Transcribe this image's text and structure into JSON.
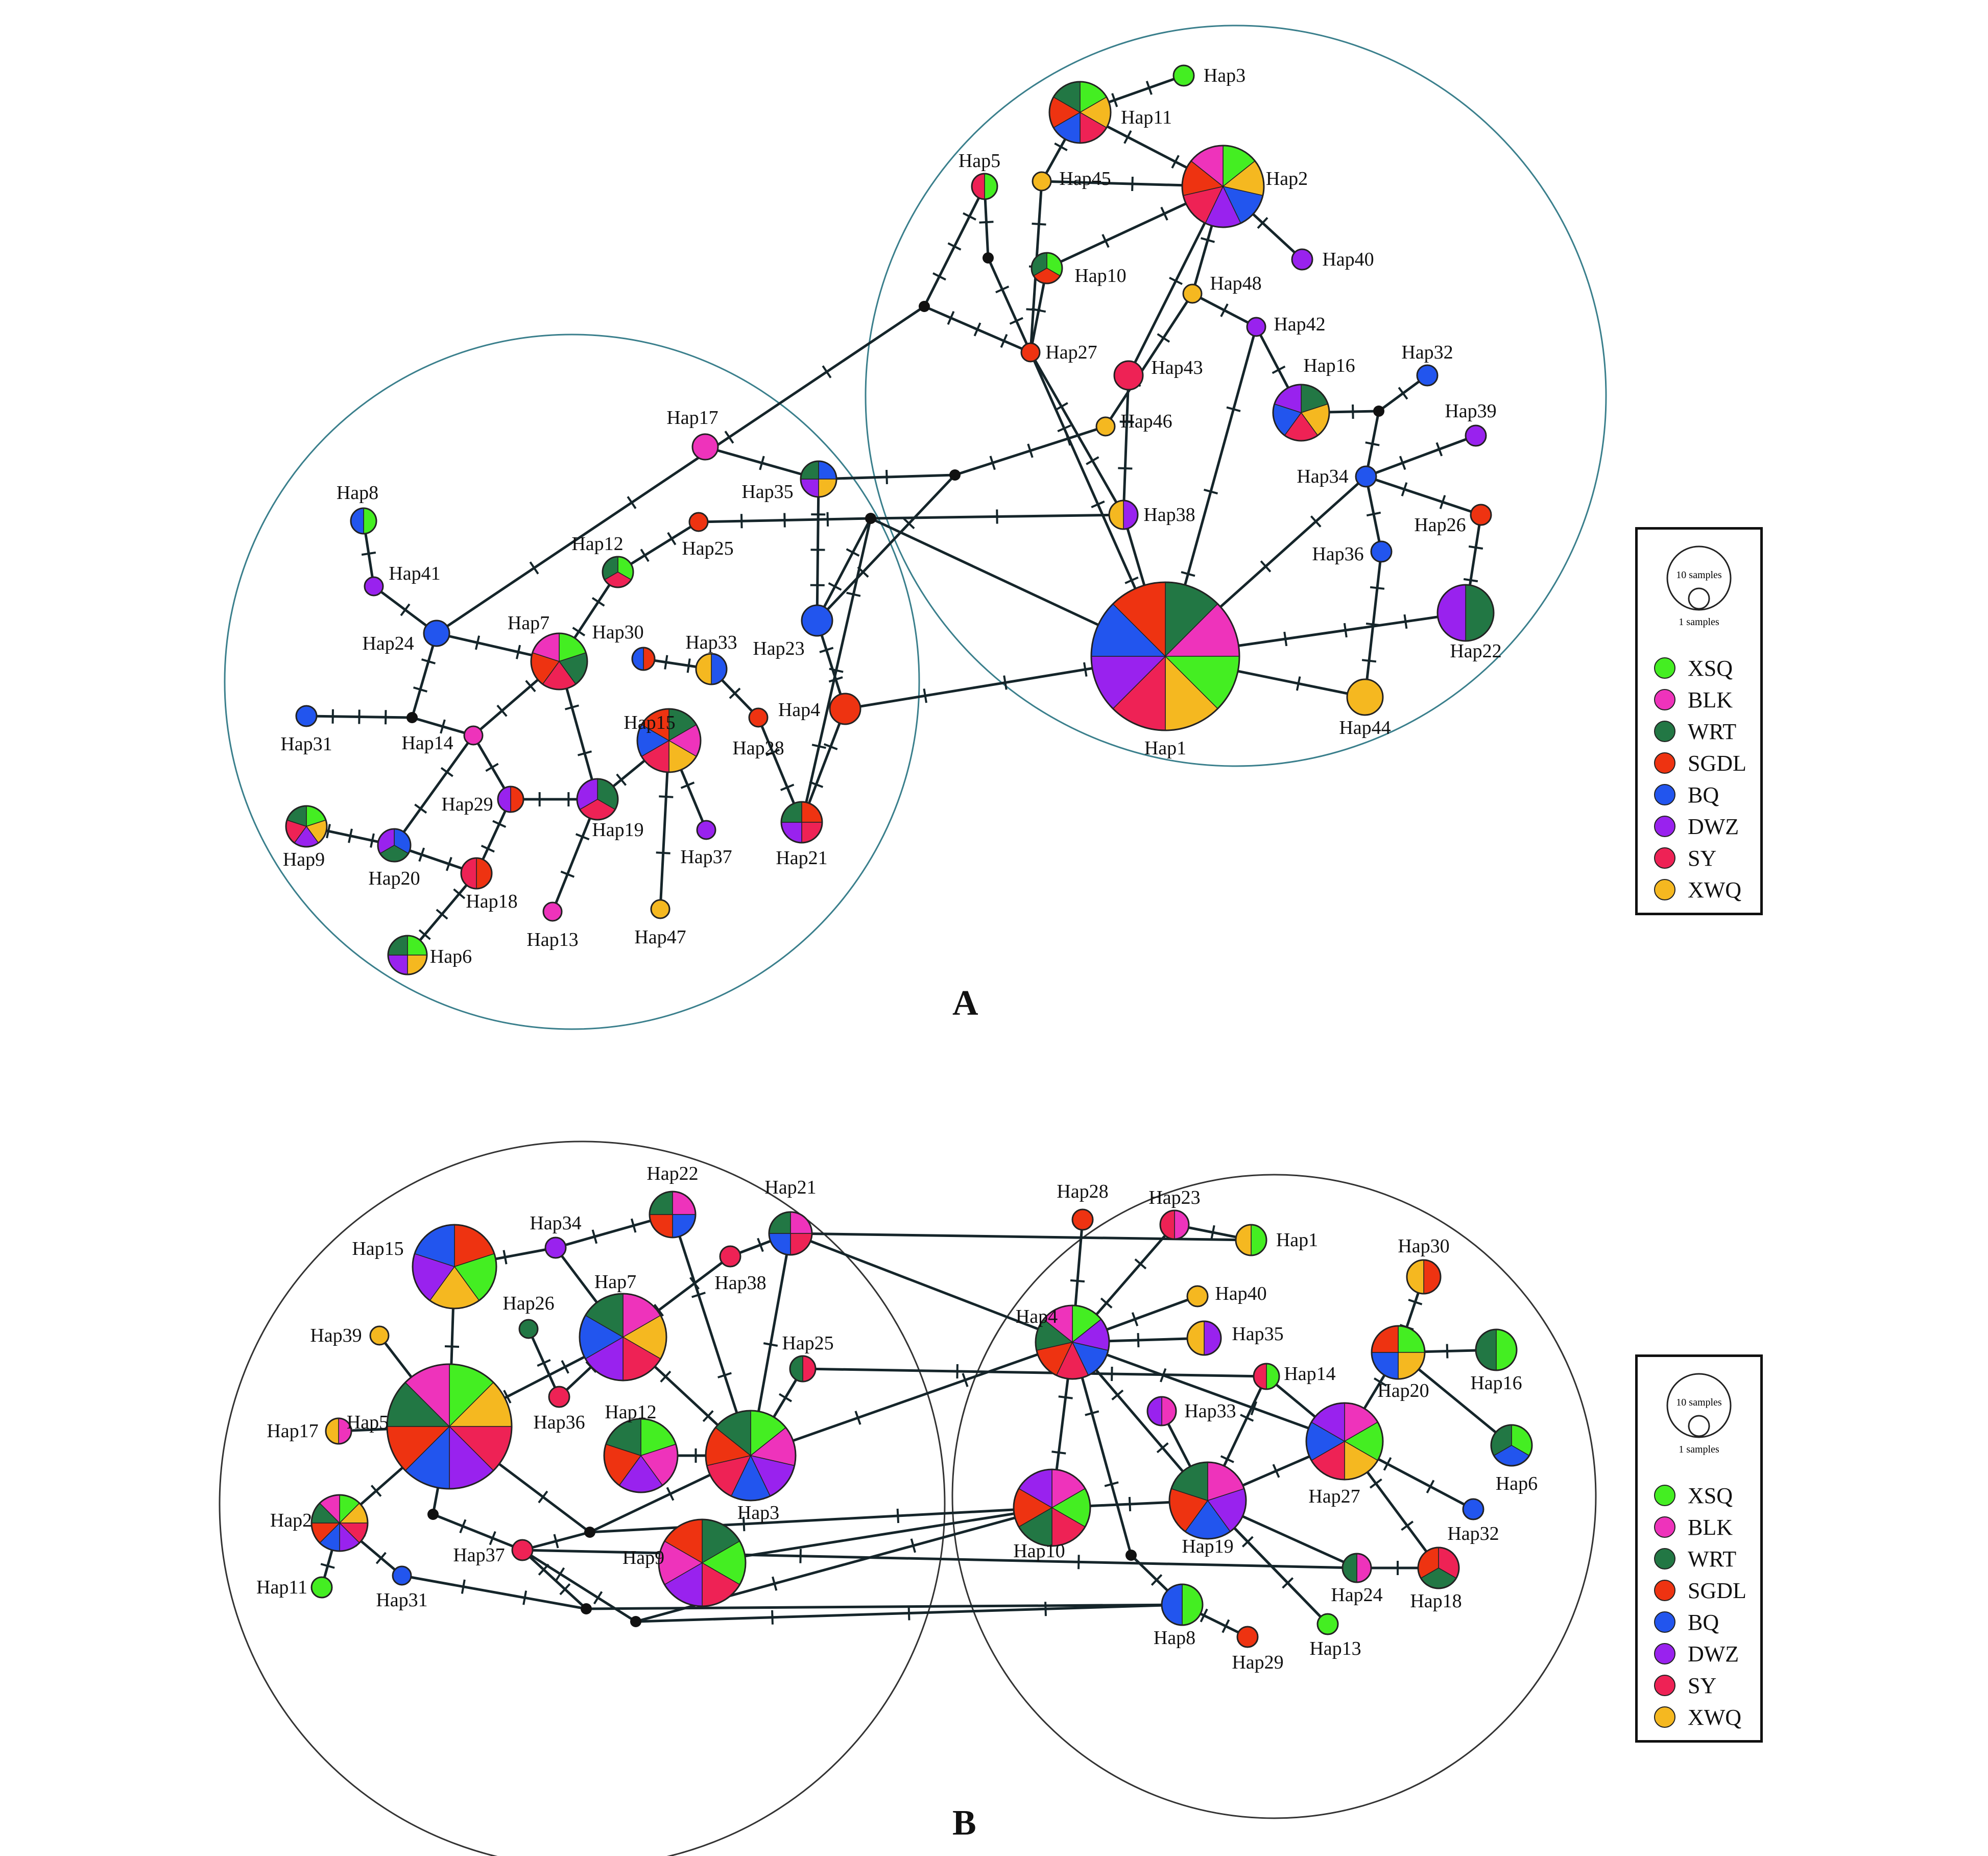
{
  "populations": [
    {
      "code": "XSQ",
      "color": "#44ee22"
    },
    {
      "code": "BLK",
      "color": "#ee33bb"
    },
    {
      "code": "WRT",
      "color": "#227744"
    },
    {
      "code": "SGDL",
      "color": "#ee3311"
    },
    {
      "code": "BQ",
      "color": "#2255ee"
    },
    {
      "code": "DWZ",
      "color": "#9922ee"
    },
    {
      "code": "SY",
      "color": "#ee2255"
    },
    {
      "code": "XWQ",
      "color": "#f5b820"
    }
  ],
  "legend": {
    "scale_large_label": "10 samples",
    "scale_small_label": "1 samples"
  },
  "panels": {
    "A": {
      "label": "A",
      "haplotypes": [
        {
          "id": "Hap1",
          "label": "Hap1",
          "pops": [
            "WRT",
            "BLK",
            "XSQ",
            "XWQ",
            "SY",
            "DWZ",
            "BQ",
            "SGDL"
          ]
        },
        {
          "id": "Hap2",
          "label": "Hap2",
          "pops": [
            "XSQ",
            "XWQ",
            "BQ",
            "DWZ",
            "SY",
            "SGDL",
            "BLK"
          ]
        },
        {
          "id": "Hap3",
          "label": "Hap3",
          "pops": [
            "XSQ"
          ]
        },
        {
          "id": "Hap4",
          "label": "Hap4",
          "pops": [
            "SGDL"
          ]
        },
        {
          "id": "Hap5",
          "label": "Hap5",
          "pops": [
            "XSQ",
            "SY"
          ]
        },
        {
          "id": "Hap6",
          "label": "Hap6",
          "pops": [
            "XSQ",
            "XWQ",
            "DWZ",
            "WRT"
          ]
        },
        {
          "id": "Hap7",
          "label": "Hap7",
          "pops": [
            "XSQ",
            "WRT",
            "SY",
            "SGDL",
            "BLK"
          ]
        },
        {
          "id": "Hap8",
          "label": "Hap8",
          "pops": [
            "XSQ",
            "BQ"
          ]
        },
        {
          "id": "Hap9",
          "label": "Hap9",
          "pops": [
            "XSQ",
            "XWQ",
            "DWZ",
            "SY",
            "WRT"
          ]
        },
        {
          "id": "Hap10",
          "label": "Hap10",
          "pops": [
            "XSQ",
            "SGDL",
            "WRT"
          ]
        },
        {
          "id": "Hap11",
          "label": "Hap11",
          "pops": [
            "XSQ",
            "XWQ",
            "SY",
            "BQ",
            "SGDL",
            "WRT"
          ]
        },
        {
          "id": "Hap12",
          "label": "Hap12",
          "pops": [
            "XSQ",
            "SY",
            "WRT"
          ]
        },
        {
          "id": "Hap13",
          "label": "Hap13",
          "pops": [
            "BLK"
          ]
        },
        {
          "id": "Hap14",
          "label": "Hap14",
          "pops": [
            "BLK"
          ]
        },
        {
          "id": "Hap15",
          "label": "Hap15",
          "pops": [
            "WRT",
            "BLK",
            "XWQ",
            "SY",
            "BQ",
            "SGDL"
          ]
        },
        {
          "id": "Hap16",
          "label": "Hap16",
          "pops": [
            "WRT",
            "XWQ",
            "SY",
            "BQ",
            "DWZ"
          ]
        },
        {
          "id": "Hap17",
          "label": "Hap17",
          "pops": [
            "BLK"
          ]
        },
        {
          "id": "Hap18",
          "label": "Hap18",
          "pops": [
            "SGDL",
            "SY"
          ]
        },
        {
          "id": "Hap19",
          "label": "Hap19",
          "pops": [
            "WRT",
            "SY",
            "DWZ"
          ]
        },
        {
          "id": "Hap20",
          "label": "Hap20",
          "pops": [
            "BQ",
            "WRT",
            "DWZ"
          ]
        },
        {
          "id": "Hap21",
          "label": "Hap21",
          "pops": [
            "SGDL",
            "SY",
            "DWZ",
            "WRT"
          ]
        },
        {
          "id": "Hap22",
          "label": "Hap22",
          "pops": [
            "WRT",
            "DWZ"
          ]
        },
        {
          "id": "Hap23",
          "label": "Hap23",
          "pops": [
            "BQ"
          ]
        },
        {
          "id": "Hap24",
          "label": "Hap24",
          "pops": [
            "BQ"
          ]
        },
        {
          "id": "Hap25",
          "label": "Hap25",
          "pops": [
            "SGDL"
          ]
        },
        {
          "id": "Hap26",
          "label": "Hap26",
          "pops": [
            "SGDL"
          ]
        },
        {
          "id": "Hap27",
          "label": "Hap27",
          "pops": [
            "SGDL"
          ]
        },
        {
          "id": "Hap28",
          "label": "Hap28",
          "pops": [
            "SGDL"
          ]
        },
        {
          "id": "Hap29",
          "label": "Hap29",
          "pops": [
            "SGDL",
            "DWZ"
          ]
        },
        {
          "id": "Hap30",
          "label": "Hap30",
          "pops": [
            "SGDL",
            "BQ"
          ]
        },
        {
          "id": "Hap31",
          "label": "Hap31",
          "pops": [
            "BQ"
          ]
        },
        {
          "id": "Hap32",
          "label": "Hap32",
          "pops": [
            "BQ"
          ]
        },
        {
          "id": "Hap33",
          "label": "Hap33",
          "pops": [
            "BQ",
            "XWQ"
          ]
        },
        {
          "id": "Hap34",
          "label": "Hap34",
          "pops": [
            "BQ"
          ]
        },
        {
          "id": "Hap35",
          "label": "Hap35",
          "pops": [
            "BQ",
            "XWQ",
            "DWZ",
            "WRT"
          ]
        },
        {
          "id": "Hap36",
          "label": "Hap36",
          "pops": [
            "BQ"
          ]
        },
        {
          "id": "Hap37",
          "label": "Hap37",
          "pops": [
            "DWZ"
          ]
        },
        {
          "id": "Hap38",
          "label": "Hap38",
          "pops": [
            "DWZ",
            "XWQ"
          ]
        },
        {
          "id": "Hap39",
          "label": "Hap39",
          "pops": [
            "DWZ"
          ]
        },
        {
          "id": "Hap40",
          "label": "Hap40",
          "pops": [
            "DWZ"
          ]
        },
        {
          "id": "Hap41",
          "label": "Hap41",
          "pops": [
            "DWZ"
          ]
        },
        {
          "id": "Hap42",
          "label": "Hap42",
          "pops": [
            "DWZ"
          ]
        },
        {
          "id": "Hap43",
          "label": "Hap43",
          "pops": [
            "SY"
          ]
        },
        {
          "id": "Hap44",
          "label": "Hap44",
          "pops": [
            "XWQ"
          ]
        },
        {
          "id": "Hap45",
          "label": "Hap45",
          "pops": [
            "XWQ"
          ]
        },
        {
          "id": "Hap46",
          "label": "Hap46",
          "pops": [
            "XWQ"
          ]
        },
        {
          "id": "Hap47",
          "label": "Hap47",
          "pops": [
            "XWQ"
          ]
        },
        {
          "id": "Hap48",
          "label": "Hap48",
          "pops": [
            "XWQ"
          ]
        }
      ]
    },
    "B": {
      "label": "B",
      "haplotypes": [
        {
          "id": "Hap1",
          "label": "Hap1",
          "pops": [
            "XSQ",
            "XWQ"
          ]
        },
        {
          "id": "Hap2",
          "label": "Hap2",
          "pops": [
            "XSQ",
            "XWQ",
            "SY",
            "DWZ",
            "BQ",
            "SGDL",
            "WRT",
            "BLK"
          ]
        },
        {
          "id": "Hap3",
          "label": "Hap3",
          "pops": [
            "XSQ",
            "BLK",
            "DWZ",
            "BQ",
            "SY",
            "SGDL",
            "WRT"
          ]
        },
        {
          "id": "Hap4",
          "label": "Hap4",
          "pops": [
            "XSQ",
            "DWZ",
            "BQ",
            "SY",
            "SGDL",
            "WRT",
            "BLK"
          ]
        },
        {
          "id": "Hap5",
          "label": "Hap5",
          "pops": [
            "XSQ",
            "XWQ",
            "SY",
            "DWZ",
            "BQ",
            "SGDL",
            "WRT",
            "BLK"
          ]
        },
        {
          "id": "Hap6",
          "label": "Hap6",
          "pops": [
            "XSQ",
            "BQ",
            "WRT"
          ]
        },
        {
          "id": "Hap7",
          "label": "Hap7",
          "pops": [
            "BLK",
            "XWQ",
            "SY",
            "DWZ",
            "BQ",
            "WRT"
          ]
        },
        {
          "id": "Hap8",
          "label": "Hap8",
          "pops": [
            "XSQ",
            "BQ"
          ]
        },
        {
          "id": "Hap9",
          "label": "Hap9",
          "pops": [
            "WRT",
            "XSQ",
            "SY",
            "DWZ",
            "BLK",
            "SGDL"
          ]
        },
        {
          "id": "Hap10",
          "label": "Hap10",
          "pops": [
            "BLK",
            "XSQ",
            "SY",
            "WRT",
            "SGDL",
            "DWZ"
          ]
        },
        {
          "id": "Hap11",
          "label": "Hap11",
          "pops": [
            "XSQ"
          ]
        },
        {
          "id": "Hap12",
          "label": "Hap12",
          "pops": [
            "XSQ",
            "BLK",
            "DWZ",
            "SGDL",
            "WRT"
          ]
        },
        {
          "id": "Hap13",
          "label": "Hap13",
          "pops": [
            "XSQ"
          ]
        },
        {
          "id": "Hap14",
          "label": "Hap14",
          "pops": [
            "XSQ",
            "SY"
          ]
        },
        {
          "id": "Hap15",
          "label": "Hap15",
          "pops": [
            "SGDL",
            "XSQ",
            "XWQ",
            "DWZ",
            "BQ"
          ]
        },
        {
          "id": "Hap16",
          "label": "Hap16",
          "pops": [
            "XSQ",
            "WRT"
          ]
        },
        {
          "id": "Hap17",
          "label": "Hap17",
          "pops": [
            "BLK",
            "XWQ"
          ]
        },
        {
          "id": "Hap18",
          "label": "Hap18",
          "pops": [
            "SY",
            "WRT",
            "SGDL"
          ]
        },
        {
          "id": "Hap19",
          "label": "Hap19",
          "pops": [
            "BLK",
            "DWZ",
            "BQ",
            "SGDL",
            "WRT"
          ]
        },
        {
          "id": "Hap20",
          "label": "Hap20",
          "pops": [
            "XSQ",
            "XWQ",
            "BQ",
            "SGDL"
          ]
        },
        {
          "id": "Hap21",
          "label": "Hap21",
          "pops": [
            "BLK",
            "SY",
            "BQ",
            "WRT"
          ]
        },
        {
          "id": "Hap22",
          "label": "Hap22",
          "pops": [
            "BLK",
            "BQ",
            "SGDL",
            "WRT"
          ]
        },
        {
          "id": "Hap23",
          "label": "Hap23",
          "pops": [
            "BLK",
            "SY"
          ]
        },
        {
          "id": "Hap24",
          "label": "Hap24",
          "pops": [
            "BLK",
            "WRT"
          ]
        },
        {
          "id": "Hap25",
          "label": "Hap25",
          "pops": [
            "SY",
            "WRT"
          ]
        },
        {
          "id": "Hap26",
          "label": "Hap26",
          "pops": [
            "WRT"
          ]
        },
        {
          "id": "Hap27",
          "label": "Hap27",
          "pops": [
            "BLK",
            "XSQ",
            "XWQ",
            "SY",
            "BQ",
            "DWZ"
          ]
        },
        {
          "id": "Hap28",
          "label": "Hap28",
          "pops": [
            "SGDL"
          ]
        },
        {
          "id": "Hap29",
          "label": "Hap29",
          "pops": [
            "SGDL"
          ]
        },
        {
          "id": "Hap30",
          "label": "Hap30",
          "pops": [
            "SGDL",
            "XWQ"
          ]
        },
        {
          "id": "Hap31",
          "label": "Hap31",
          "pops": [
            "BQ"
          ]
        },
        {
          "id": "Hap32",
          "label": "Hap32",
          "pops": [
            "BQ"
          ]
        },
        {
          "id": "Hap33",
          "label": "Hap33",
          "pops": [
            "BLK",
            "DWZ"
          ]
        },
        {
          "id": "Hap34",
          "label": "Hap34",
          "pops": [
            "DWZ"
          ]
        },
        {
          "id": "Hap35",
          "label": "Hap35",
          "pops": [
            "DWZ",
            "XWQ"
          ]
        },
        {
          "id": "Hap36",
          "label": "Hap36",
          "pops": [
            "SY"
          ]
        },
        {
          "id": "Hap37",
          "label": "Hap37",
          "pops": [
            "SY"
          ]
        },
        {
          "id": "Hap38",
          "label": "Hap38",
          "pops": [
            "SY"
          ]
        },
        {
          "id": "Hap39",
          "label": "Hap39",
          "pops": [
            "XWQ"
          ]
        },
        {
          "id": "Hap40",
          "label": "Hap40",
          "pops": [
            "XWQ"
          ]
        }
      ]
    }
  }
}
